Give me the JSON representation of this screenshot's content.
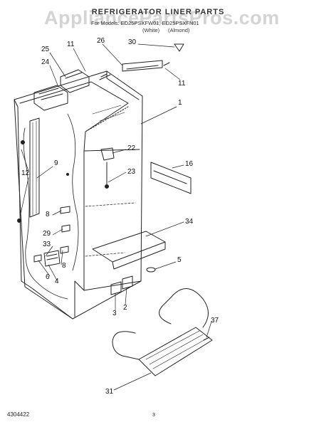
{
  "header": {
    "watermark": "AppliancePartsPros.com",
    "title": "REFRIGERATOR LINER PARTS",
    "model_line": "For Models: ED25PSXFW01, ED25PSXFN01",
    "variant_1": "(White)",
    "variant_2": "(Almond)"
  },
  "callouts": [
    "25",
    "24",
    "11",
    "26",
    "30",
    "11",
    "1",
    "9",
    "12",
    "22",
    "23",
    "16",
    "8",
    "29",
    "33",
    "34",
    "8",
    "6",
    "4",
    "5",
    "3",
    "2",
    "37",
    "31"
  ],
  "footer": {
    "part_code": "4304422",
    "page_number": "3"
  }
}
